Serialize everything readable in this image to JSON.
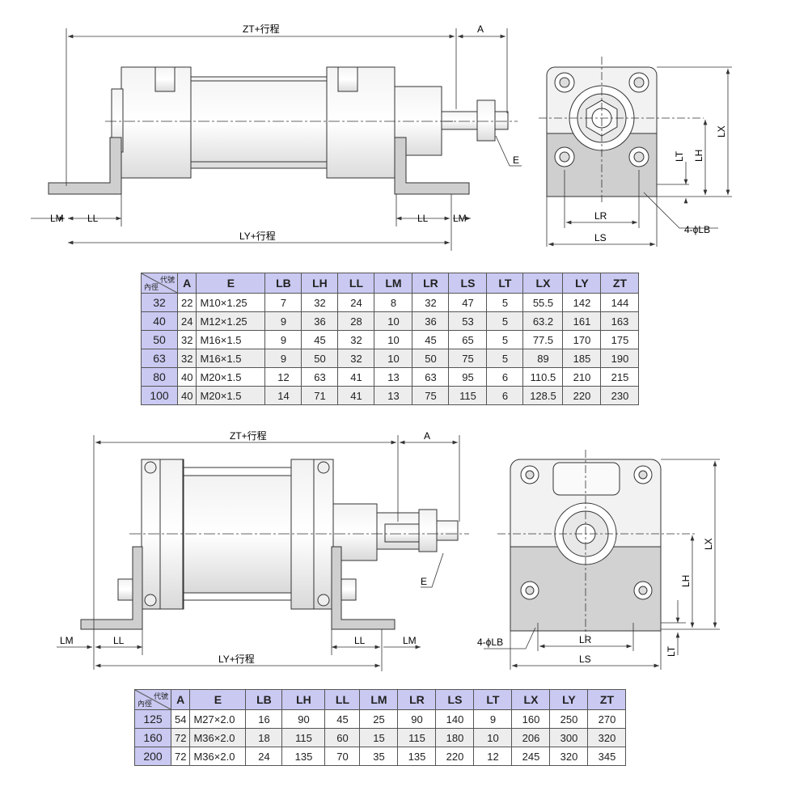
{
  "drawing1": {
    "labels": {
      "zt": "ZT+行程",
      "a": "A",
      "e": "E",
      "lm": "LM",
      "ll": "LL",
      "ly": "LY+行程",
      "lx": "LX",
      "lh": "LH",
      "lt": "LT",
      "lr": "LR",
      "ls": "LS",
      "lb": "4-ϕLB"
    }
  },
  "drawing2": {
    "labels": {
      "zt": "ZT+行程",
      "a": "A",
      "e": "E",
      "lm": "LM",
      "ll": "LL",
      "ly": "LY+行程",
      "lx": "LX",
      "lh": "LH",
      "lt": "LT",
      "lr": "LR",
      "ls": "LS",
      "lb": "4-ϕLB"
    }
  },
  "table1": {
    "corner_top": "代號",
    "corner_bottom": "內徑",
    "headers": [
      "A",
      "E",
      "LB",
      "LH",
      "LL",
      "LM",
      "LR",
      "LS",
      "LT",
      "LX",
      "LY",
      "ZT"
    ],
    "rows": [
      [
        "32",
        "22",
        "M10×1.25",
        "7",
        "32",
        "24",
        "8",
        "32",
        "47",
        "5",
        "55.5",
        "142",
        "144"
      ],
      [
        "40",
        "24",
        "M12×1.25",
        "9",
        "36",
        "28",
        "10",
        "36",
        "53",
        "5",
        "63.2",
        "161",
        "163"
      ],
      [
        "50",
        "32",
        "M16×1.5",
        "9",
        "45",
        "32",
        "10",
        "45",
        "65",
        "5",
        "77.5",
        "170",
        "175"
      ],
      [
        "63",
        "32",
        "M16×1.5",
        "9",
        "50",
        "32",
        "10",
        "50",
        "75",
        "5",
        "89",
        "185",
        "190"
      ],
      [
        "80",
        "40",
        "M20×1.5",
        "12",
        "63",
        "41",
        "13",
        "63",
        "95",
        "6",
        "110.5",
        "210",
        "215"
      ],
      [
        "100",
        "40",
        "M20×1.5",
        "14",
        "71",
        "41",
        "13",
        "75",
        "115",
        "6",
        "128.5",
        "220",
        "230"
      ]
    ]
  },
  "table2": {
    "corner_top": "代號",
    "corner_bottom": "內徑",
    "headers": [
      "A",
      "E",
      "LB",
      "LH",
      "LL",
      "LM",
      "LR",
      "LS",
      "LT",
      "LX",
      "LY",
      "ZT"
    ],
    "rows": [
      [
        "125",
        "54",
        "M27×2.0",
        "16",
        "90",
        "45",
        "25",
        "90",
        "140",
        "9",
        "160",
        "250",
        "270"
      ],
      [
        "160",
        "72",
        "M36×2.0",
        "18",
        "115",
        "60",
        "15",
        "115",
        "180",
        "10",
        "206",
        "300",
        "320"
      ],
      [
        "200",
        "72",
        "M36×2.0",
        "24",
        "135",
        "70",
        "35",
        "135",
        "220",
        "12",
        "245",
        "320",
        "345"
      ]
    ]
  }
}
